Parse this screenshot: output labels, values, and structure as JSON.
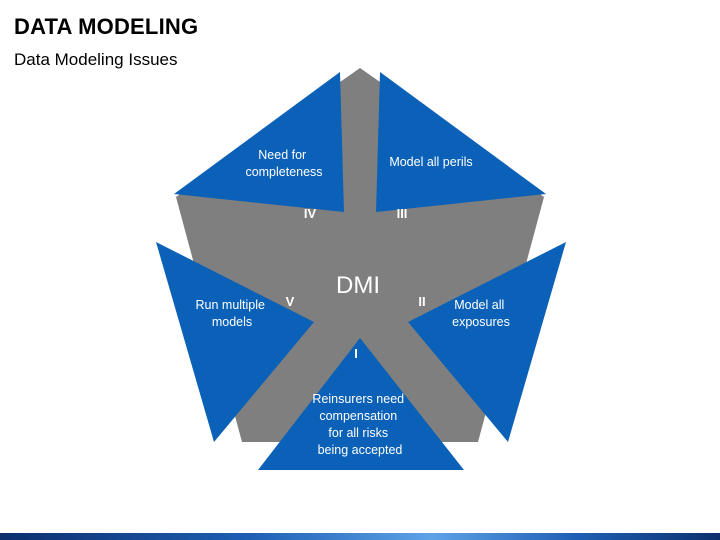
{
  "header": {
    "title": "DATA MODELING",
    "subtitle": "Data Modeling Issues"
  },
  "diagram": {
    "center_label": "DMI",
    "colors": {
      "blue": "#0b61b8",
      "gray": "#7f7f7f",
      "white": "#ffffff"
    },
    "segments": [
      {
        "numeral": "I",
        "lines": [
          "Reinsurers need",
          "compensation",
          "for all risks",
          "being accepted"
        ]
      },
      {
        "numeral": "II",
        "lines": [
          "Model all",
          "exposures"
        ]
      },
      {
        "numeral": "III",
        "lines": [
          "Model all perils"
        ]
      },
      {
        "numeral": "IV",
        "lines": [
          "Need for",
          "completeness"
        ]
      },
      {
        "numeral": "V",
        "lines": [
          "Run multiple",
          "models"
        ]
      }
    ]
  }
}
